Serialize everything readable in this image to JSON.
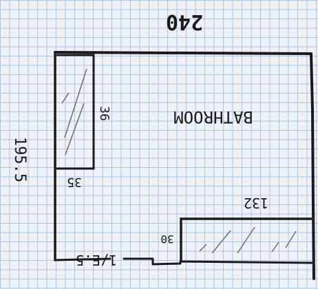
{
  "plan": {
    "room_label": "BATHROOM",
    "width_label": "240",
    "height_label": "195.5",
    "left_cabinet_depth": "36",
    "left_cabinet_side": "35",
    "bottom_counter_width": "132",
    "bottom_counter_depth": "30",
    "bottom_left_note": "1/E.5",
    "ink_color": "#1a1a1a"
  }
}
